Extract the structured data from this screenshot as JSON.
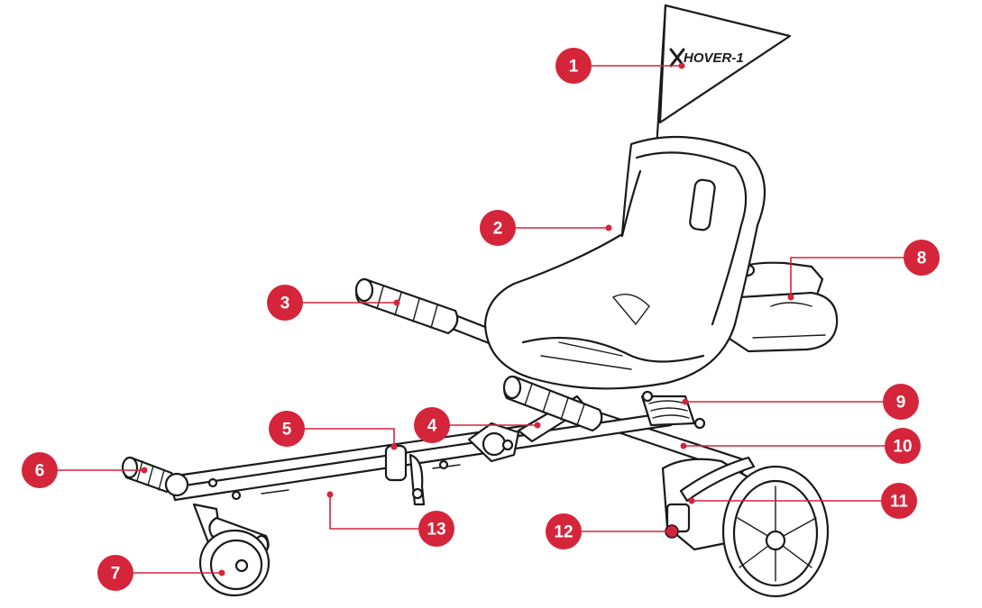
{
  "flag": {
    "brand_text": "HOVER-1"
  },
  "colors": {
    "callout": "#d4253a",
    "line": "#1a1a1a",
    "background": "#ffffff"
  },
  "callouts": [
    {
      "number": "1",
      "target": "flag"
    },
    {
      "number": "2",
      "target": "seat"
    },
    {
      "number": "3",
      "target": "left-handle-grip"
    },
    {
      "number": "4",
      "target": "seat-support-bracket"
    },
    {
      "number": "5",
      "target": "frame-adjustment-clamp"
    },
    {
      "number": "6",
      "target": "front-handle-grip"
    },
    {
      "number": "7",
      "target": "front-caster-wheel"
    },
    {
      "number": "8",
      "target": "hoverboard"
    },
    {
      "number": "9",
      "target": "shock-absorber"
    },
    {
      "number": "10",
      "target": "right-frame-bar"
    },
    {
      "number": "11",
      "target": "hoverboard-strap"
    },
    {
      "number": "12",
      "target": "strap-buckle"
    },
    {
      "number": "13",
      "target": "main-frame-bar"
    }
  ]
}
